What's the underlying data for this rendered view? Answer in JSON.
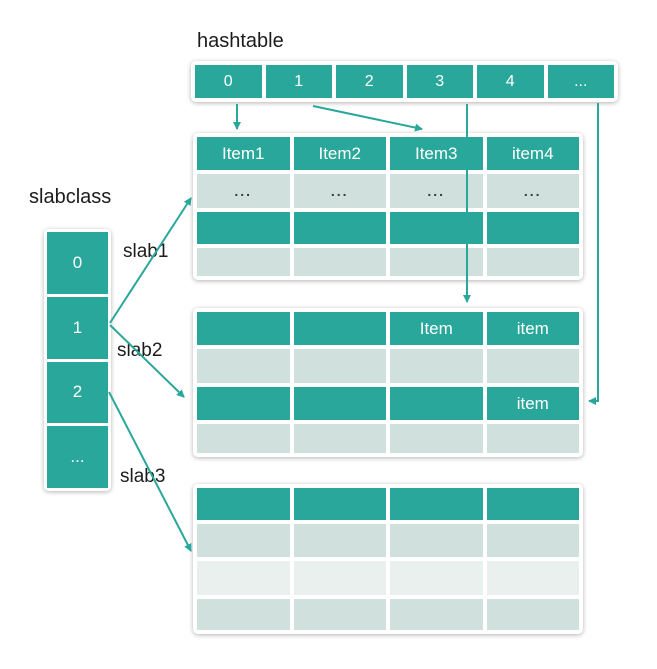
{
  "labels": {
    "hashtable": "hashtable",
    "slabclass": "slabclass",
    "slab1": "slab1",
    "slab2": "slab2",
    "slab3": "slab3"
  },
  "hashtable": {
    "cells": [
      "0",
      "1",
      "2",
      "3",
      "4",
      "..."
    ]
  },
  "slabclass": {
    "cells": [
      "0",
      "1",
      "2",
      "..."
    ]
  },
  "slab1": {
    "rows": [
      [
        "Item1",
        "Item2",
        "Item3",
        "item4"
      ],
      [
        "...",
        "...",
        "...",
        "..."
      ],
      [
        "",
        "",
        "",
        ""
      ],
      [
        "",
        "",
        "",
        ""
      ]
    ]
  },
  "slab2": {
    "rows": [
      [
        "",
        "",
        "Item",
        "item"
      ],
      [
        "",
        "",
        "",
        ""
      ],
      [
        "",
        "",
        "",
        "item"
      ],
      [
        "",
        "",
        "",
        ""
      ]
    ]
  },
  "slab3": {
    "rows": [
      [
        "",
        "",
        "",
        ""
      ],
      [
        "",
        "",
        "",
        ""
      ],
      [
        "",
        "",
        "",
        ""
      ],
      [
        "",
        "",
        "",
        ""
      ]
    ]
  },
  "colors": {
    "teal": "#2aa79b",
    "light_row": "#cfe0dd",
    "lighter_row": "#e9f0ee",
    "arrow": "#2aa79b",
    "label_text": "#1c1c1c",
    "cell_text": "#ffffff",
    "dots_text": "#3c3c3c"
  }
}
